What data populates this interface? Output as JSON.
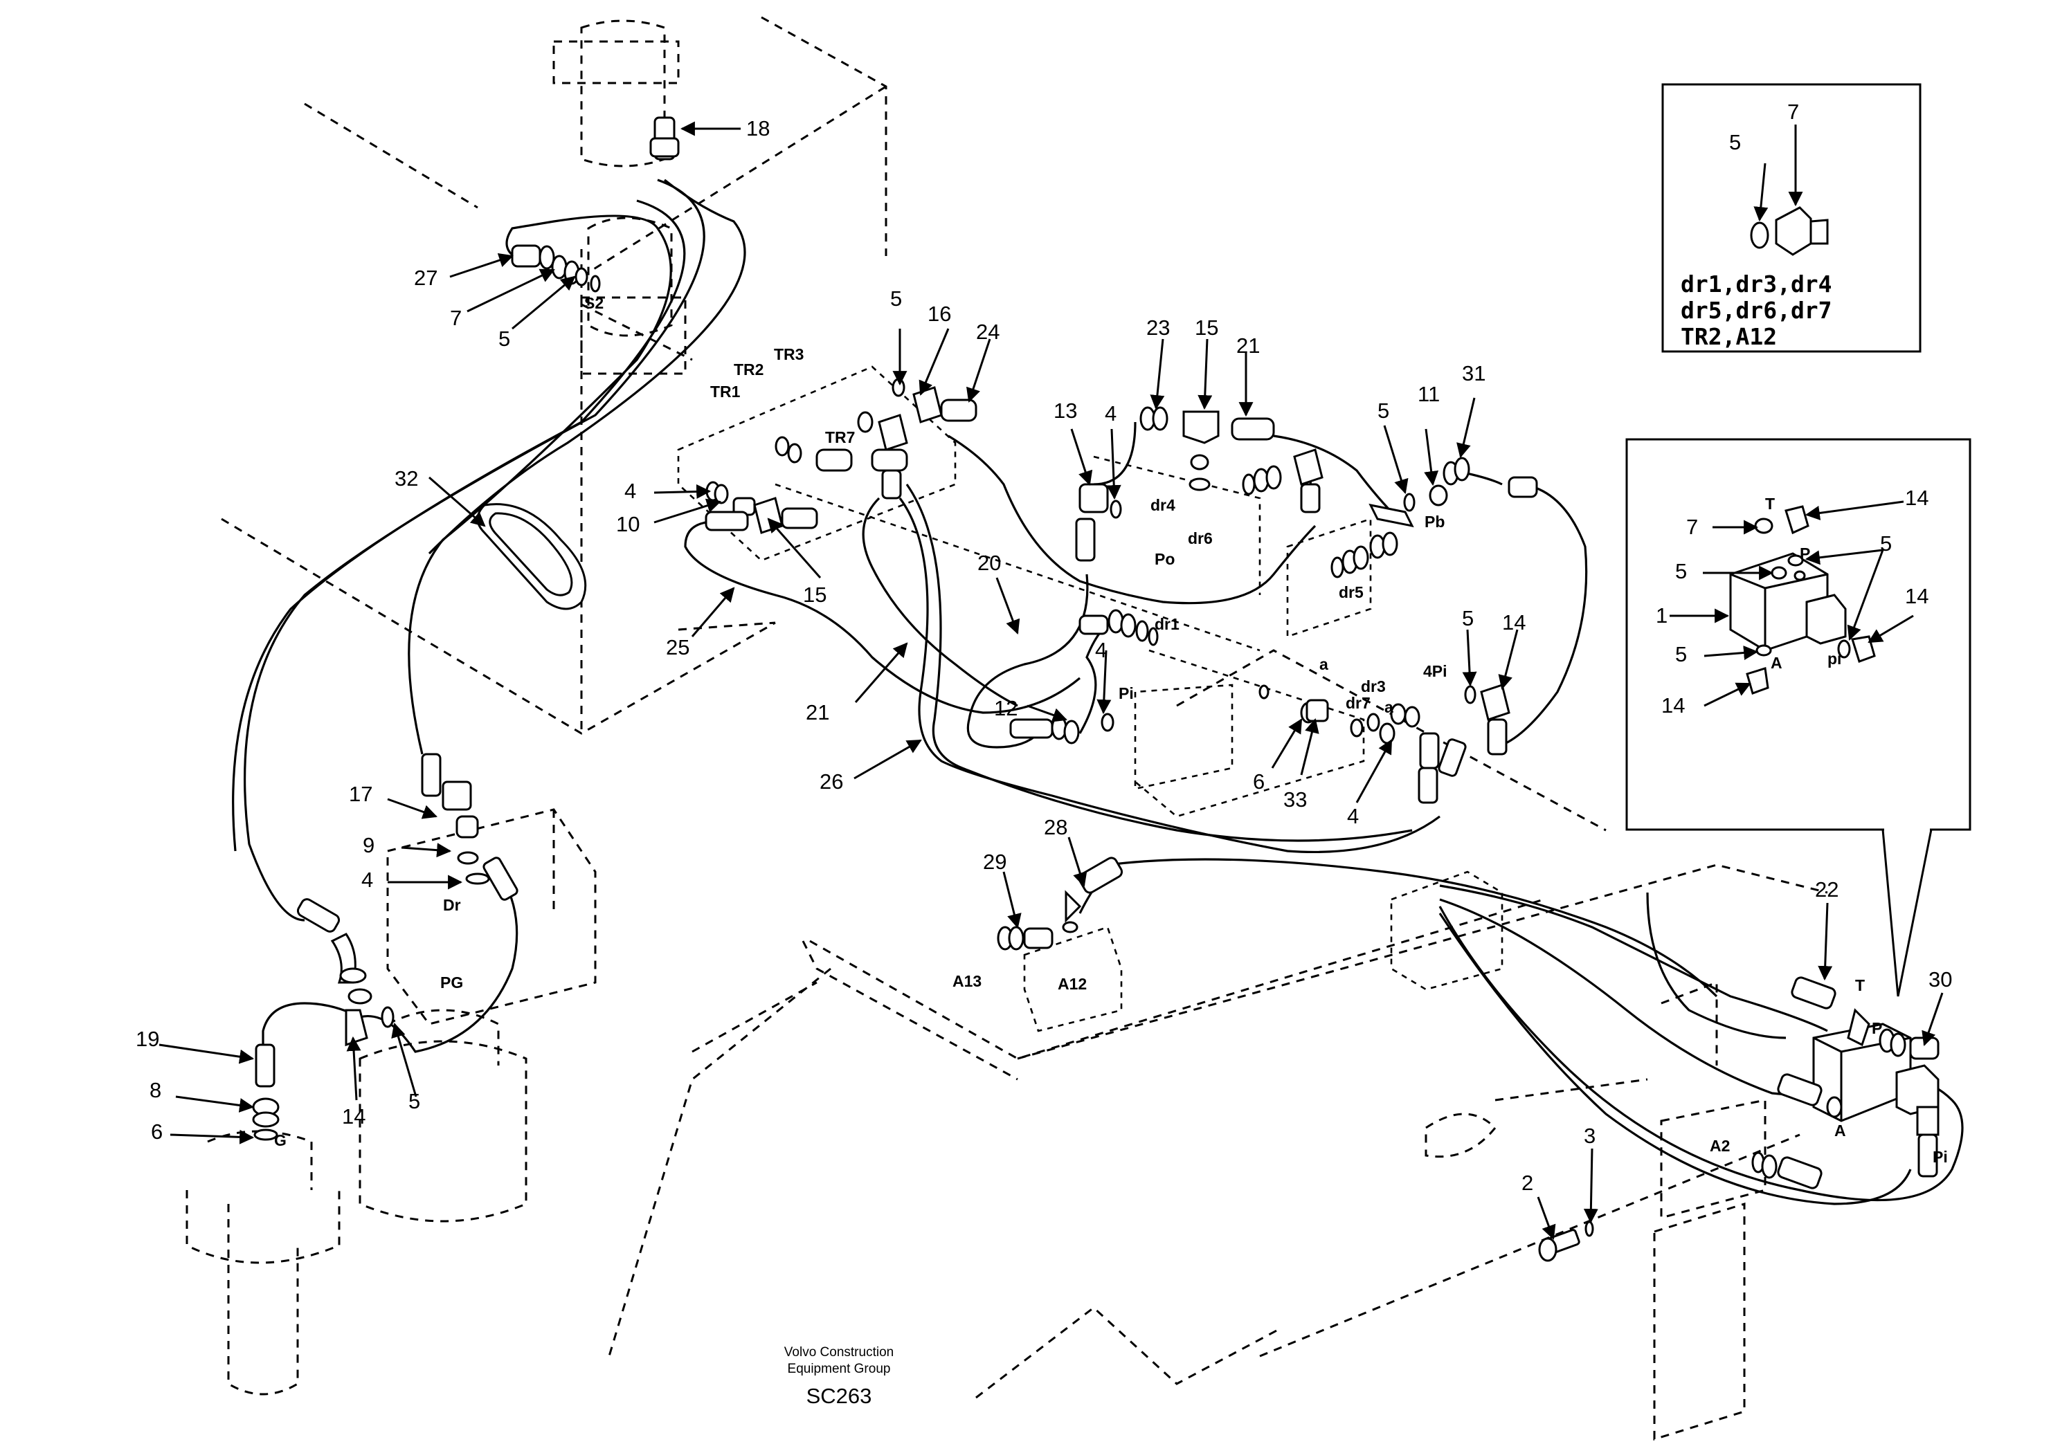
{
  "callouts": {
    "c1": "1",
    "c2": "2",
    "c3": "3",
    "c4": "4",
    "c5": "5",
    "c6": "6",
    "c7": "7",
    "c8": "8",
    "c9": "9",
    "c10": "10",
    "c11": "11",
    "c12": "12",
    "c13": "13",
    "c14": "14",
    "c15": "15",
    "c16": "16",
    "c17": "17",
    "c18": "18",
    "c19": "19",
    "c20": "20",
    "c21": "21",
    "c22": "22",
    "c23": "23",
    "c24": "24",
    "c25": "25",
    "c26": "26",
    "c27": "27",
    "c28": "28",
    "c29": "29",
    "c30": "30",
    "c31": "31",
    "c32": "32",
    "c33": "33"
  },
  "ports": {
    "S2": "S2",
    "TR1": "TR1",
    "TR2": "TR2",
    "TR3": "TR3",
    "TR7": "TR7",
    "dr1": "dr1",
    "dr3": "dr3",
    "dr4": "dr4",
    "dr5": "dr5",
    "dr6": "dr6",
    "dr7": "dr7",
    "Po": "Po",
    "Pb": "Pb",
    "Pi": "Pi",
    "Pi4": "4Pi",
    "Dr": "Dr",
    "PG": "PG",
    "G": "G",
    "A13": "A13",
    "A12": "A12",
    "A2": "A2",
    "T": "T",
    "P": "P",
    "A": "A",
    "pi": "pi",
    "a": "a"
  },
  "inset_top": {
    "line1": "dr1,dr3,dr4",
    "line2": "dr5,dr6,dr7",
    "line3": "TR2,A12"
  },
  "footer": {
    "company_line1": "Volvo Construction",
    "company_line2": "Equipment Group",
    "drawing_code": "SC263"
  }
}
